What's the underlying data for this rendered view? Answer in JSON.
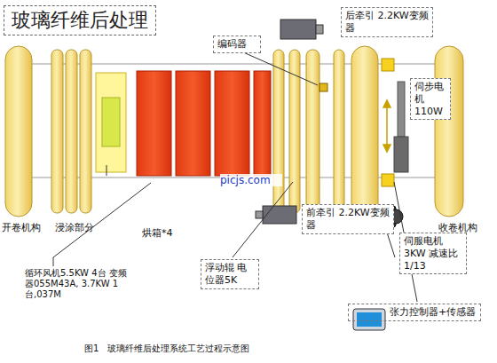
{
  "diagram": {
    "title": "玻璃纤维后处理",
    "caption": "图1　玻璃纤维后处理系统工艺过程示意图",
    "nodes": [
      {
        "text": [
          "编码器"
        ]
      },
      {
        "text": [
          "后牵引 2.2KW变频器"
        ]
      },
      {
        "text": [
          "伺步电机 110W"
        ]
      },
      {
        "text": [
          "前牵引 2.2KW变频器"
        ]
      },
      {
        "text": [
          "浮动辊 电位器5K"
        ]
      },
      {
        "text": [
          "伺服电机 3KW 减速比1/13"
        ]
      },
      {
        "text": [
          "张力控制器+传感器"
        ]
      }
    ],
    "labels": [
      "开卷机构",
      "浸涂部分",
      "烘箱*4",
      "picjs.com",
      "收卷机构",
      "循环风机5.5KW 4台 变频器055M43A, 3.7KW 1台,037M"
    ]
  }
}
